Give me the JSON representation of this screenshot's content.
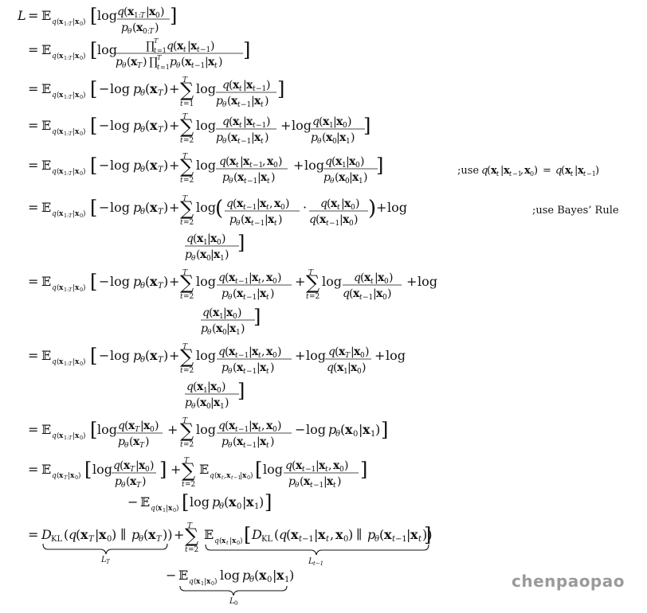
{
  "document": {
    "lines": [
      {
        "lhs": "L =",
        "text": "𝔼_{q(x_{1:T}|x_0)} [ log q(x_{1:T}|x_0) / p_θ(x_{0:T}) ]"
      },
      {
        "lhs": "=",
        "text": "𝔼_{q(x_{1:T}|x_0)} [ log ∏_{t=1}^{T} q(x_t|x_{t−1}) / p_θ(x_T) ∏_{t=1}^{T} p_θ(x_{t−1}|x_t) ]"
      },
      {
        "lhs": "=",
        "text": "𝔼_{q(x_{1:T}|x_0)} [ −log p_θ(x_T) + Σ_{t=1}^{T} log q(x_t|x_{t−1}) / p_θ(x_{t−1}|x_t) ]"
      },
      {
        "lhs": "=",
        "text": "𝔼_{q(x_{1:T}|x_0)} [ −log p_θ(x_T) + Σ_{t=2}^{T} log q(x_t|x_{t−1}) / p_θ(x_{t−1}|x_t) + log q(x_1|x_0) / p_θ(x_0|x_1) ]"
      },
      {
        "lhs": "=",
        "text": "𝔼_{q(x_{1:T}|x_0)} [ −log p_θ(x_T) + Σ_{t=2}^{T} log q(x_t|x_{t−1}, x_0) / p_θ(x_{t−1}|x_t) + log q(x_1|x_0) / p_θ(x_0|x_1) ]"
      },
      {
        "lhs": "=",
        "text": "𝔼_{q(x_{1:T}|x_0)} [ −log p_θ(x_T) + Σ_{t=2}^{T} log ( q(x_{t−1}|x_t, x_0) / p_θ(x_{t−1}|x_t) · q(x_t|x_0) / q(x_{t−1}|x_0) ) + log q(x_1|x_0) / p_θ(x_0|x_1) ]"
      },
      {
        "lhs": "=",
        "text": "𝔼_{q(x_{1:T}|x_0)} [ −log p_θ(x_T) + Σ_{t=2}^{T} log q(x_{t−1}|x_t, x_0) / p_θ(x_{t−1}|x_t) + Σ_{t=2}^{T} log q(x_t|x_0) / q(x_{t−1}|x_0) + log q(x_1|x_0) / p_θ(x_0|x_1) ]"
      },
      {
        "lhs": "=",
        "text": "𝔼_{q(x_{1:T}|x_0)} [ −log p_θ(x_T) + Σ_{t=2}^{T} log q(x_{t−1}|x_t, x_0) / p_θ(x_{t−1}|x_t) + log q(x_T|x_0) / q(x_1|x_0) + log q(x_1|x_0) / p_θ(x_0|x_1) ]"
      },
      {
        "lhs": "=",
        "text": "𝔼_{q(x_{1:T}|x_0)} [ log q(x_T|x_0) / p_θ(x_T) + Σ_{t=2}^{T} log q(x_{t−1}|x_t, x_0) / p_θ(x_{t−1}|x_t) − log p_θ(x_0|x_1) ]"
      },
      {
        "lhs": "=",
        "text": "𝔼_{q(x_T|x_0)} [ log q(x_T|x_0) / p_θ(x_T) ] + Σ_{t=2}^{T} 𝔼_{q(x_t, x_{t−1}|x_0)} [ log q(x_{t−1}|x_t, x_0) / p_θ(x_{t−1}|x_t) ] − 𝔼_{q(x_1|x_0)} [ log p_θ(x_0|x_1) ]"
      },
      {
        "lhs": "=",
        "text": "D_KL(q(x_T|x_0) ∥ p_θ(x_T)) + Σ_{t=2}^{T} 𝔼_{q(x_t|x_0)} [ D_KL(q(x_{t−1}|x_t, x_0) ∥ p_θ(x_{t−1}|x_t)) ] − 𝔼_{q(x_1|x_0)} log p_θ(x_0|x_1)"
      }
    ],
    "annotations": {
      "line5": ";use q(x_t|x_{t−1}, x_0) = q(x_t|x_{t−1})",
      "line6": ";use Bayes’ Rule"
    },
    "underbrace_labels": {
      "L_T": "L_T",
      "L_t_minus_1": "L_{t−1}",
      "L_0": "L_0"
    },
    "labels": {
      "ann_use": ";use",
      "ann_bayes": ";use Bayes’ Rule",
      "brace_LT": "L",
      "brace_LT_sub": "T",
      "brace_Lt1": "L",
      "brace_Lt1_sub": "t−1",
      "brace_L0": "L",
      "brace_L0_sub": "0"
    },
    "watermark": "chenpaopao"
  }
}
